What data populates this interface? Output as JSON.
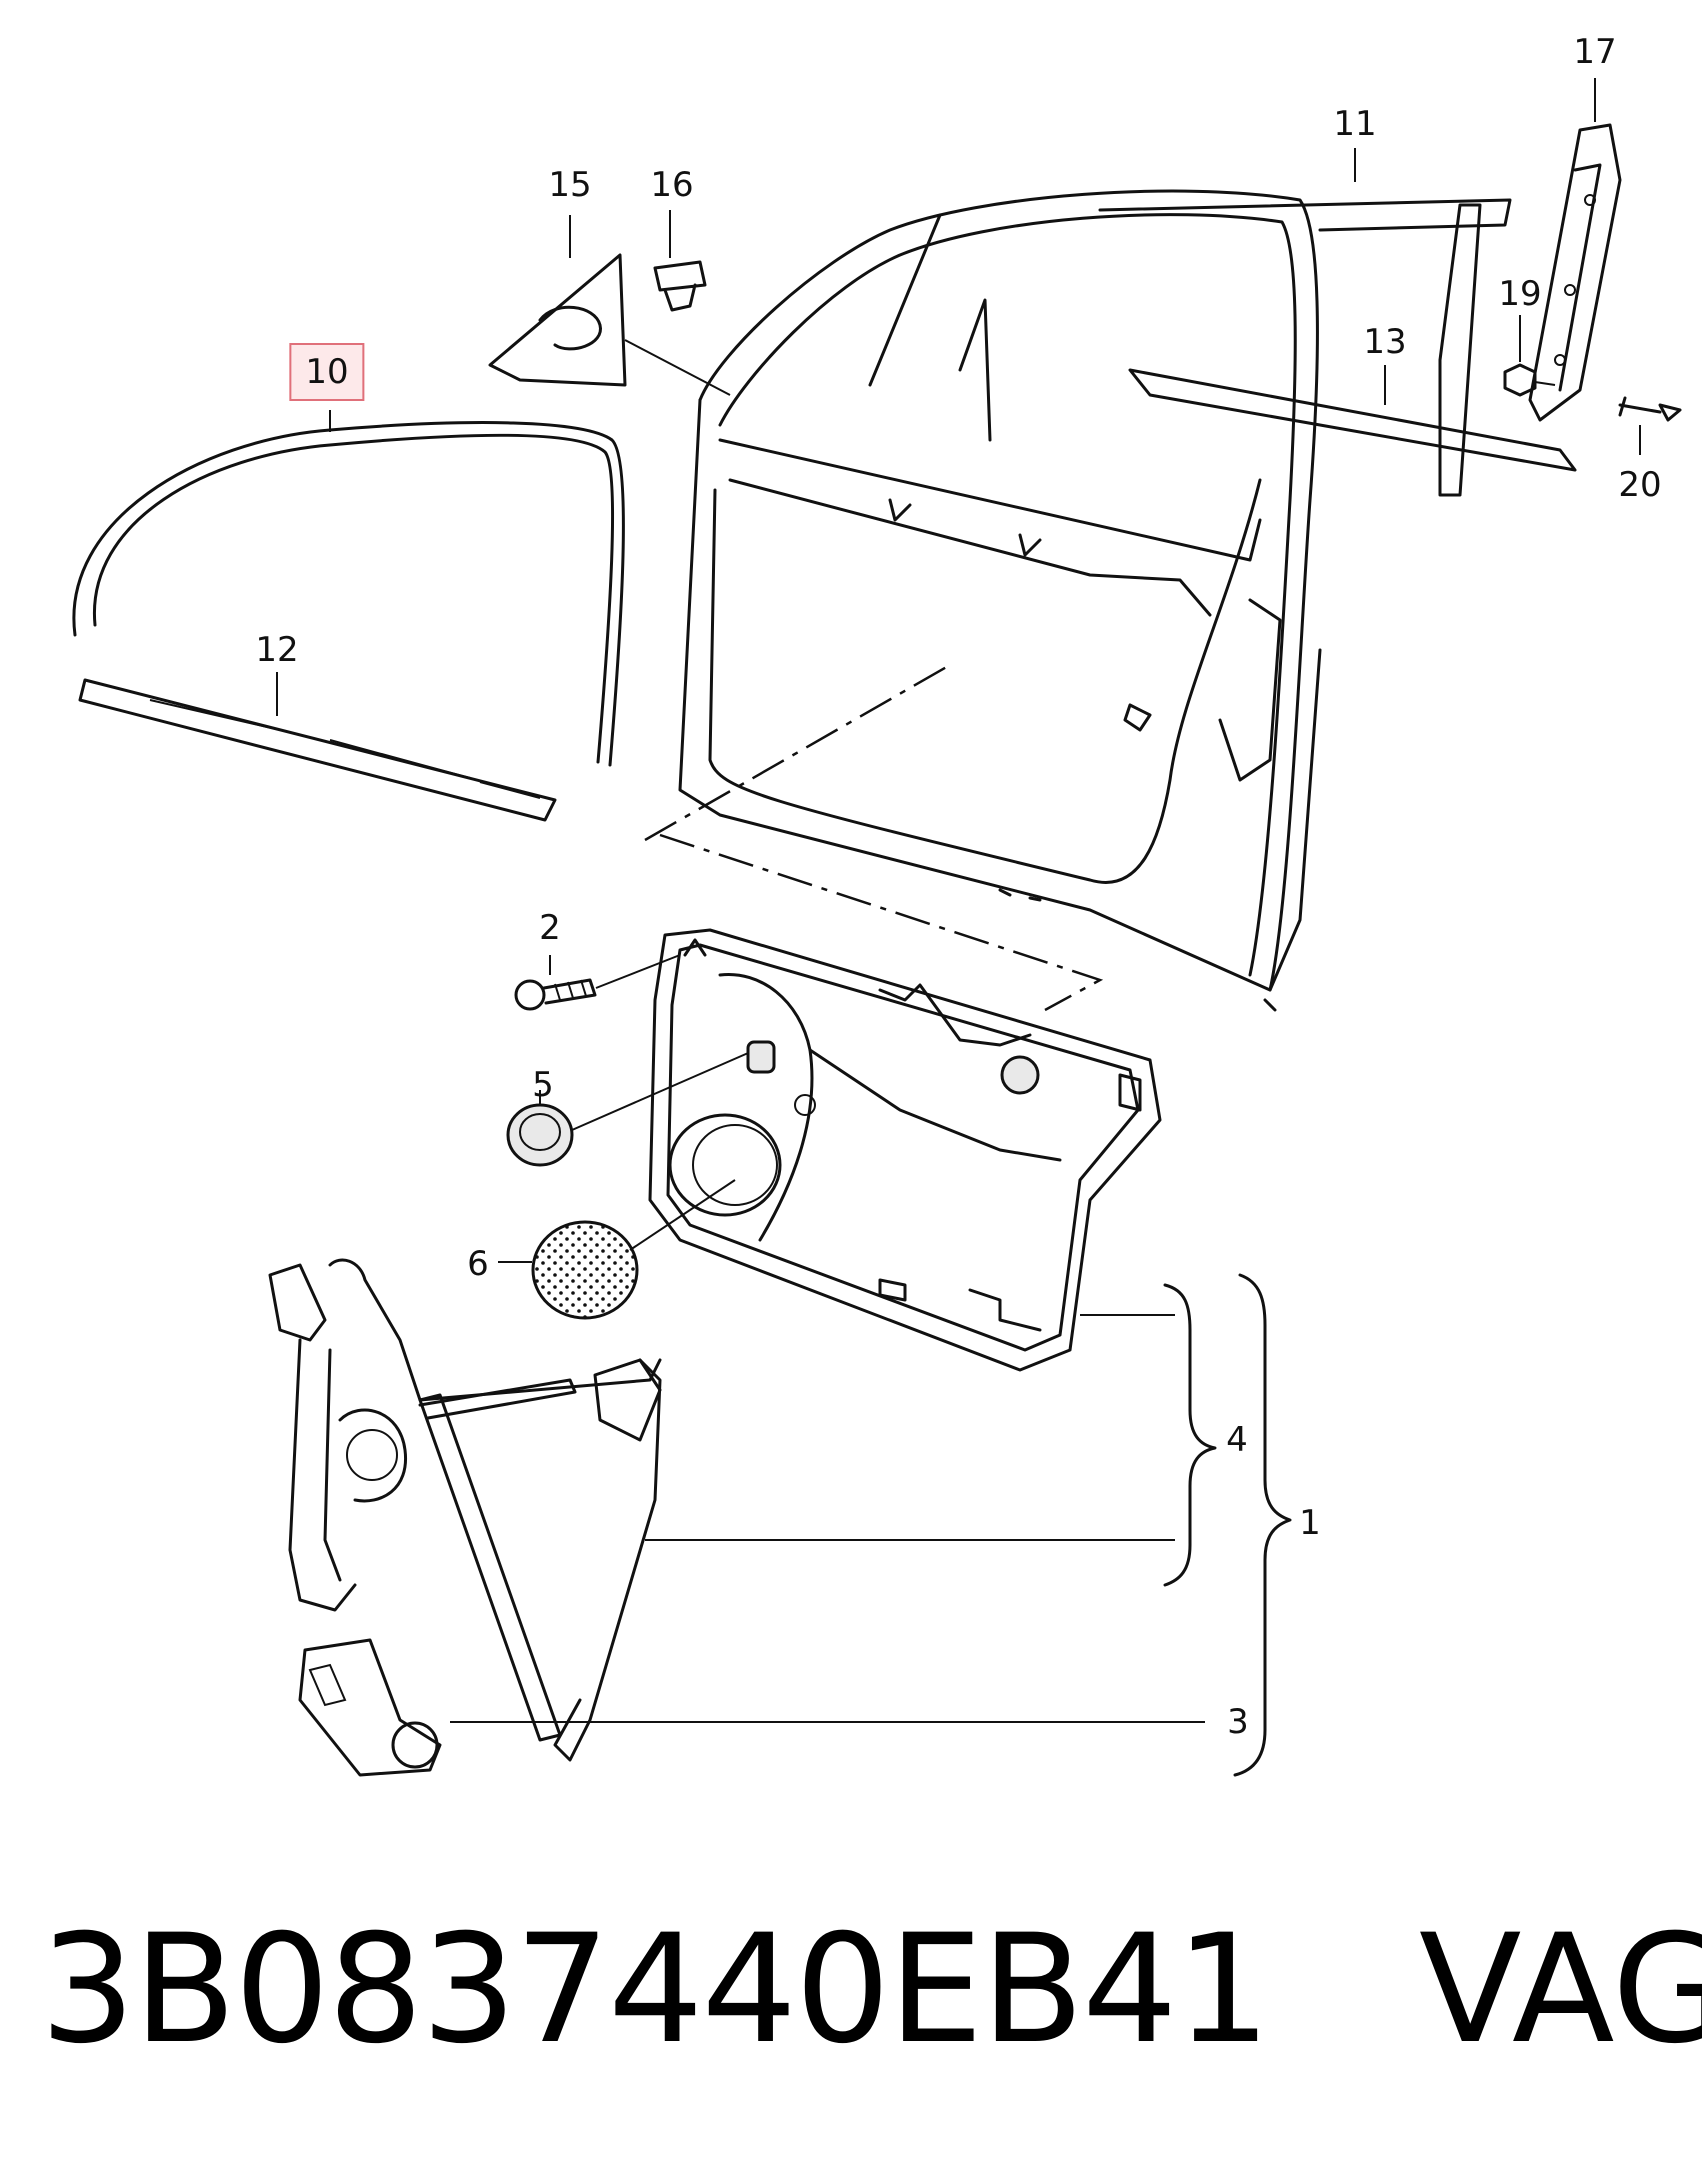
{
  "callouts": [
    {
      "id": "1",
      "text": "1"
    },
    {
      "id": "2",
      "text": "2"
    },
    {
      "id": "3",
      "text": "3"
    },
    {
      "id": "4",
      "text": "4"
    },
    {
      "id": "5",
      "text": "5"
    },
    {
      "id": "6",
      "text": "6"
    },
    {
      "id": "10",
      "text": "10",
      "highlighted": true
    },
    {
      "id": "11",
      "text": "11"
    },
    {
      "id": "12",
      "text": "12"
    },
    {
      "id": "13",
      "text": "13"
    },
    {
      "id": "15",
      "text": "15"
    },
    {
      "id": "16",
      "text": "16"
    },
    {
      "id": "17",
      "text": "17"
    },
    {
      "id": "19",
      "text": "19"
    },
    {
      "id": "20",
      "text": "20"
    }
  ],
  "caption": {
    "part_number": "3B0837440EB41",
    "brand": "VAG"
  },
  "colors": {
    "highlight_fill": "#fde9ea",
    "highlight_border": "#e0707a",
    "line": "#111111"
  }
}
